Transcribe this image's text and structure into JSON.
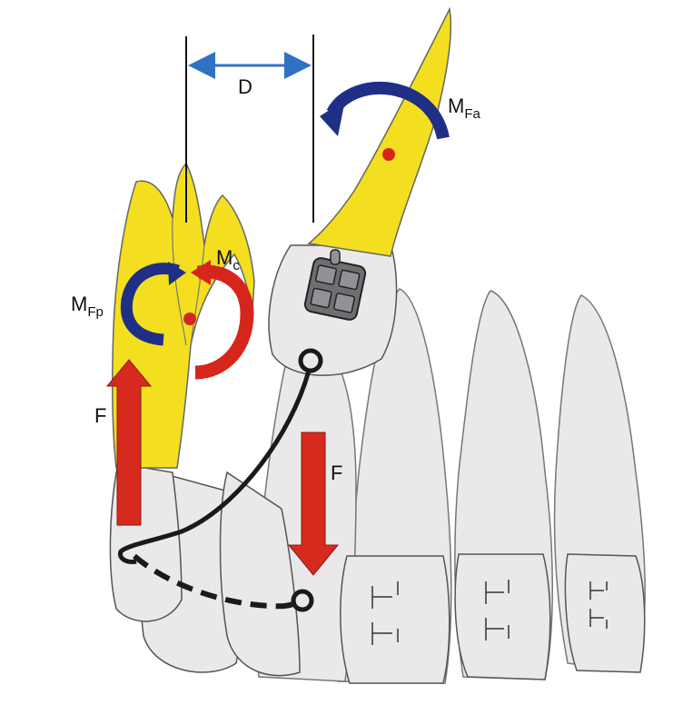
{
  "labels": {
    "distance": "D",
    "moment_anterior_main": "M",
    "moment_anterior_sub": "Fa",
    "moment_couple_main": "M",
    "moment_couple_sub": "c",
    "moment_posterior_main": "M",
    "moment_posterior_sub": "Fp",
    "force_left": "F",
    "force_right": "F"
  },
  "colors": {
    "crown": "#ebe8e9",
    "root": "#f3df1f",
    "moment_blue": "#1f2f86",
    "moment_red": "#d6261c",
    "force_red": "#d62a1e",
    "dimension_blue": "#2f72c4",
    "wire": "#1a1a1a",
    "bracket": "#6d6f72"
  }
}
